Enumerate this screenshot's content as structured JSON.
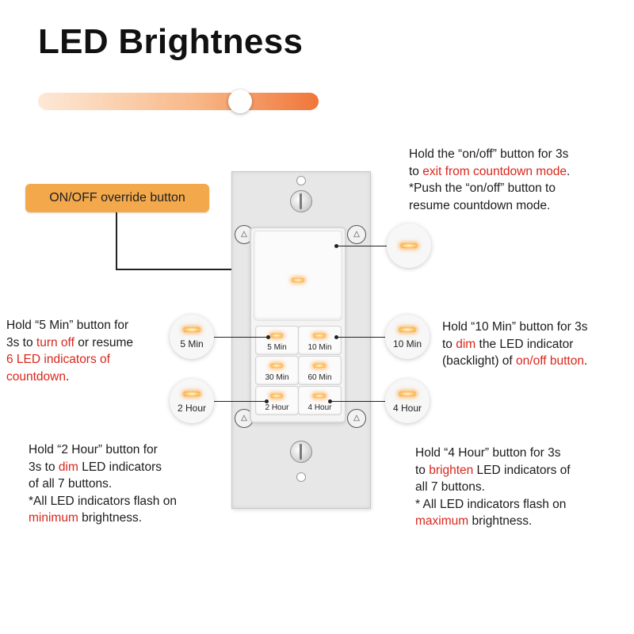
{
  "title": "LED Brightness",
  "slider": {
    "value": 0.72
  },
  "override_badge": "ON/OFF override button",
  "notes": {
    "onoff": {
      "l1": "Hold the “on/off” button for 3s",
      "l2a": "to ",
      "l2b": "exit from countdown mode",
      "l2c": ".",
      "l3": "*Push the “on/off” button to",
      "l4": "resume countdown mode."
    },
    "five_min": {
      "l1": "Hold “5 Min” button for",
      "l2a": "3s to ",
      "l2b": "turn off",
      "l2c": " or resume",
      "l3": "6  LED indicators of",
      "l4a": "countdown",
      "l4b": "."
    },
    "ten_min": {
      "l1": "Hold “10 Min” button for 3s",
      "l2a": "to ",
      "l2b": "dim",
      "l2c": " the LED indicator",
      "l3a": "(backlight) of ",
      "l3b": "on/off button",
      "l3c": "."
    },
    "two_hour": {
      "l1": "Hold “2 Hour” button for",
      "l2a": "3s to ",
      "l2b": "dim",
      "l2c": " LED indicators",
      "l3": "of all 7 buttons.",
      "l4": "*All LED indicators flash on",
      "l5a": "minimum",
      "l5b": " brightness."
    },
    "four_hour": {
      "l1": "Hold “4 Hour” button for 3s",
      "l2a": "to ",
      "l2b": "brighten",
      "l2c": " LED indicators of",
      "l3": "all 7 buttons.",
      "l4": "* All LED indicators flash on",
      "l5a": "maximum",
      "l5b": " brightness."
    }
  },
  "buttons": {
    "b5min": "5 Min",
    "b10min": "10 Min",
    "b30min": "30 Min",
    "b60min": "60 Min",
    "b2hour": "2 Hour",
    "b4hour": "4 Hour"
  },
  "zoom": {
    "five_min": "5 Min",
    "ten_min": "10 Min",
    "two_hour": "2 Hour",
    "four_hour": "4 Hour"
  },
  "colors": {
    "accent_red": "#d9261c",
    "badge_orange": "#f3a84c",
    "slider_end": "#f0763a"
  },
  "icons": {
    "plate_marker": "triangle-up-icon"
  }
}
